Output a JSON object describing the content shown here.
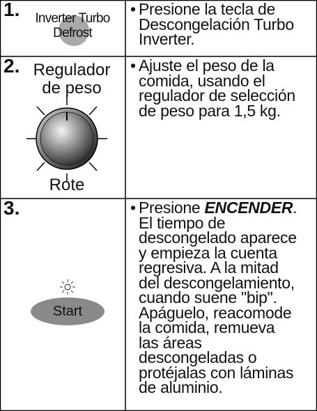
{
  "steps": [
    {
      "number": "1.",
      "button_label_line1": "Inverter Turbo",
      "button_label_line2": "Defrost",
      "text_lines": [
        "Presione la tecla de",
        "Descongelación Turbo",
        "Inverter."
      ]
    },
    {
      "number": "2.",
      "dial_label_line1": "Regulador",
      "dial_label_line2": "de peso",
      "dial_bottom_label": "Rote",
      "text_lines": [
        "Ajuste el peso de la",
        "comida, usando el",
        "regulador de selección",
        "de peso para 1,5 kg."
      ]
    },
    {
      "number": "3.",
      "start_label": "Start",
      "text_prefix": "Presione ",
      "text_bold": "ENCENDER",
      "text_suffix": ".",
      "text_lines": [
        "El tiempo de",
        "descongelado aparece",
        "y empieza la cuenta",
        "regresiva. A la mitad",
        "del descongelamiento,",
        "cuando suene \"bip\".",
        "Apáguelo, reacomode",
        "la comida, remueva",
        "las áreas",
        "descongeladas o",
        "protéjalas con láminas",
        "de aluminio."
      ]
    }
  ],
  "bullet": "•",
  "icons": {
    "dial": "weight-dial-icon",
    "sun": "sun-indicator-icon"
  }
}
